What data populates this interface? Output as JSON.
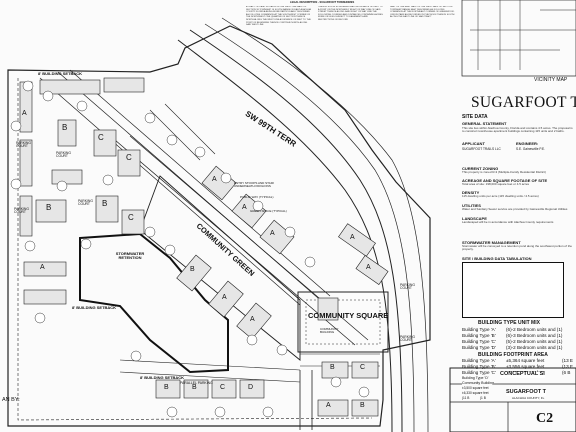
{
  "plan": {
    "setback_labels": [
      "8' BUILDING SETBACK",
      "8' BUILDING SETBACK",
      "8' BUILDING SETBACK"
    ],
    "street_name": "SW 99TH TERR",
    "community_green": "COMMUNITY GREEN",
    "community_square": "COMMUNITY SQUARE",
    "stormwater": "STORMWATER RETENTION",
    "parking_court": "PARKING COURT",
    "parallel_parking": "PARALLEL PARKING",
    "community_building": "COMMUNITY BUILDING",
    "callout_1": "ENTRY STOOPS AND STAIR UNDERNEATH PAVILIONS",
    "callout_2": "PUBLIC WAY (TYPICAL)",
    "callout_3": "GREEN SPACE (TYPICAL)",
    "building_types": [
      "A",
      "B",
      "C",
      "D"
    ],
    "drawn_by": "AN BY:"
  },
  "legal_text": {
    "title": "LEGAL DESCRIPTION - SUGARFOOT TOWNHOMES",
    "col1": "A TRACT OF LAND SITUATED IN THE WEST ONE HALF OF SECTION 18 TOWNSHIP 10 SOUTH RANGE 20 EAST ALACHUA COUNTY FLORIDA BEING MORE PARTICULARLY DESCRIBED AS FOLLOWS COMMENCE AT THE SOUTHWEST CORNER OF THE NORTHWEST ONE QUARTER OF SECTION THENCE NORTH ALONG THE WEST LINE A DISTANCE OF FEET TO THE POINT OF BEGINNING THENCE CONTINUE NORTH ALONG SAID WEST LINE",
    "col2": "THENCE SOUTH 89 DEGREES EAST A DISTANCE OF FEET TO A POINT ON THE NORTHERLY RIGHT OF WAY LINE OF SAID STREET THENCE ALONG SAID RIGHT OF WAY LINE THE FOLLOWING COURSES AND DISTANCES CONTAINING ACRES MORE OR LESS SUBJECT TO EASEMENTS AND RESTRICTIONS OF RECORD",
    "col3": "PART OF THE EAST HALF OF THE WEST HALF OF SECTION TOWNSHIP RANGE EAST DESCRIBED AS FOLLOWS COMMENCE AT THE NORTHEAST CORNER OF GREENWOOD OFFICE PARK AS RECORDED IN PLAT BOOK THENCE SOUTH ALONG THE EAST LINE OF SAID TRACT"
  },
  "vicinity_label": "VICINITY MAP",
  "project_title": "SUGARFOOT T",
  "site_data": {
    "header": "SITE DATA",
    "general": "GENERAL STATEMENT",
    "general_text": "This site lies within Alachua County, Florida and contains 4.5 acres. The proposal is to construct townhouse apartment buildings containing 115 units and 2 baths.",
    "applicant_label": "APPLICANT",
    "applicant": "SUGARFOOT TRAILS LLC",
    "engineer_label": "ENGINEER:",
    "engineer": "S.E. Gainesville P.E.",
    "zoning_label": "CURRENT ZONING",
    "zoning_text": "This property is zoned R-3 (Multiple-Family Residential District)",
    "acreage_label": "ACREAGE AND SQUARE FOOTAGE OF SITE",
    "acreage_text": "Total area of site: 198,000 square feet or 4.5 acres",
    "density_label": "DENSITY",
    "density_text": "115 dwelling units per acre (115 dwelling units / 4.5 acres)",
    "utilities_label": "UTILITIES",
    "utilities_text": "Water and Sanitary Sewer service are provided by Gainesville Regional Utilities",
    "landscape_label": "LANDSCAPE",
    "landscape_text": "Landscaped will be in accordance with Alachua County requirements",
    "stormwater_label": "STORMWATER MANAGEMENT",
    "stormwater_text": "Stormwater will be conveyed to a retention pond along the southwest portion of the property.",
    "building_data_label": "SITE / BUILDING DATA TABULATION",
    "building_mix_label": "BUILDING TYPE UNIT MIX",
    "building_mix": [
      {
        "type": "Building Type 'A'",
        "desc": "(6)-2 Bedroom units and (1)"
      },
      {
        "type": "Building Type 'B'",
        "desc": "(6)-3 Bedroom units and (1)"
      },
      {
        "type": "Building Type 'C'",
        "desc": "(5)-2 Bedroom units and (1)"
      },
      {
        "type": "Building Type 'D'",
        "desc": "(3)-2 Bedroom units and (1)"
      }
    ],
    "footprint_label": "BUILDING FOOTPRINT AREA",
    "footprint": [
      {
        "type": "Building Type 'A'",
        "area": "±5,364 square feet",
        "extra": "(13 E"
      },
      {
        "type": "Building Type 'B'",
        "area": "±3,556 square feet",
        "extra": "(13 E"
      },
      {
        "type": "Building Type 'C'",
        "area": "±3,500 square feet",
        "extra": "(6 B"
      },
      {
        "type": "Building Type 'D'",
        "area": "±3,500 square feet",
        "extra": "(11 B"
      },
      {
        "type": "Community Building",
        "area": "±6,330 square feet",
        "extra": "(1 B"
      }
    ]
  },
  "title_block": {
    "heading": "CONCEPTUAL SI",
    "project": "SUGARFOOT T",
    "location": "ALACHUA COUNTY, FL",
    "sheet": "C2"
  }
}
